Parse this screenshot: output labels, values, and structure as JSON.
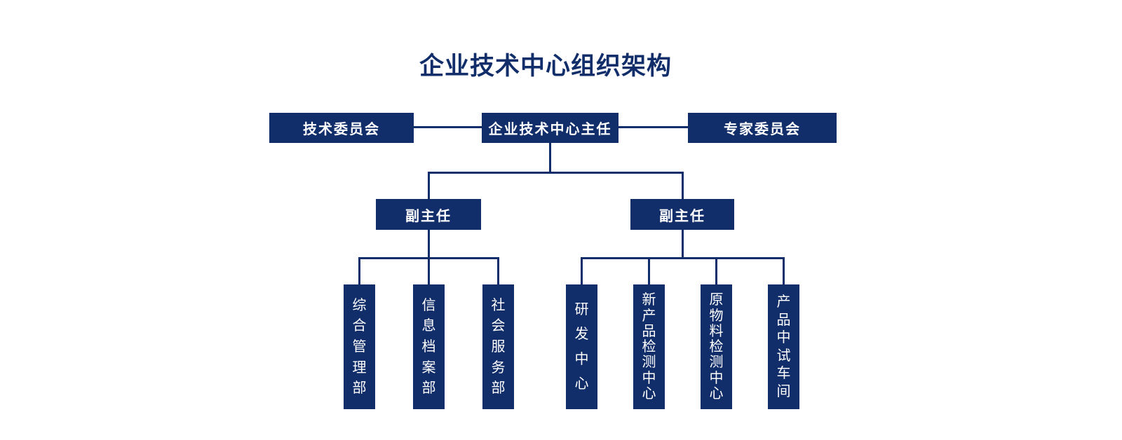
{
  "title": "企业技术中心组织架构",
  "colors": {
    "navy": "#112e6a",
    "node_text": "#ffffff",
    "background": "#ffffff"
  },
  "org": {
    "tech_committee": {
      "label": "技术委员会"
    },
    "director": {
      "label": "企业技术中心主任"
    },
    "expert_committee": {
      "label": "专家委员会"
    },
    "deputy_left": {
      "label": "副主任"
    },
    "deputy_right": {
      "label": "副主任"
    },
    "left_departments": [
      {
        "label": "综合管理部"
      },
      {
        "label": "信息档案部"
      },
      {
        "label": "社会服务部"
      }
    ],
    "right_departments": [
      {
        "label": "研发中心"
      },
      {
        "label": "新产品检测中心"
      },
      {
        "label": "原物料检测中心"
      },
      {
        "label": "产品中试车间"
      }
    ]
  }
}
